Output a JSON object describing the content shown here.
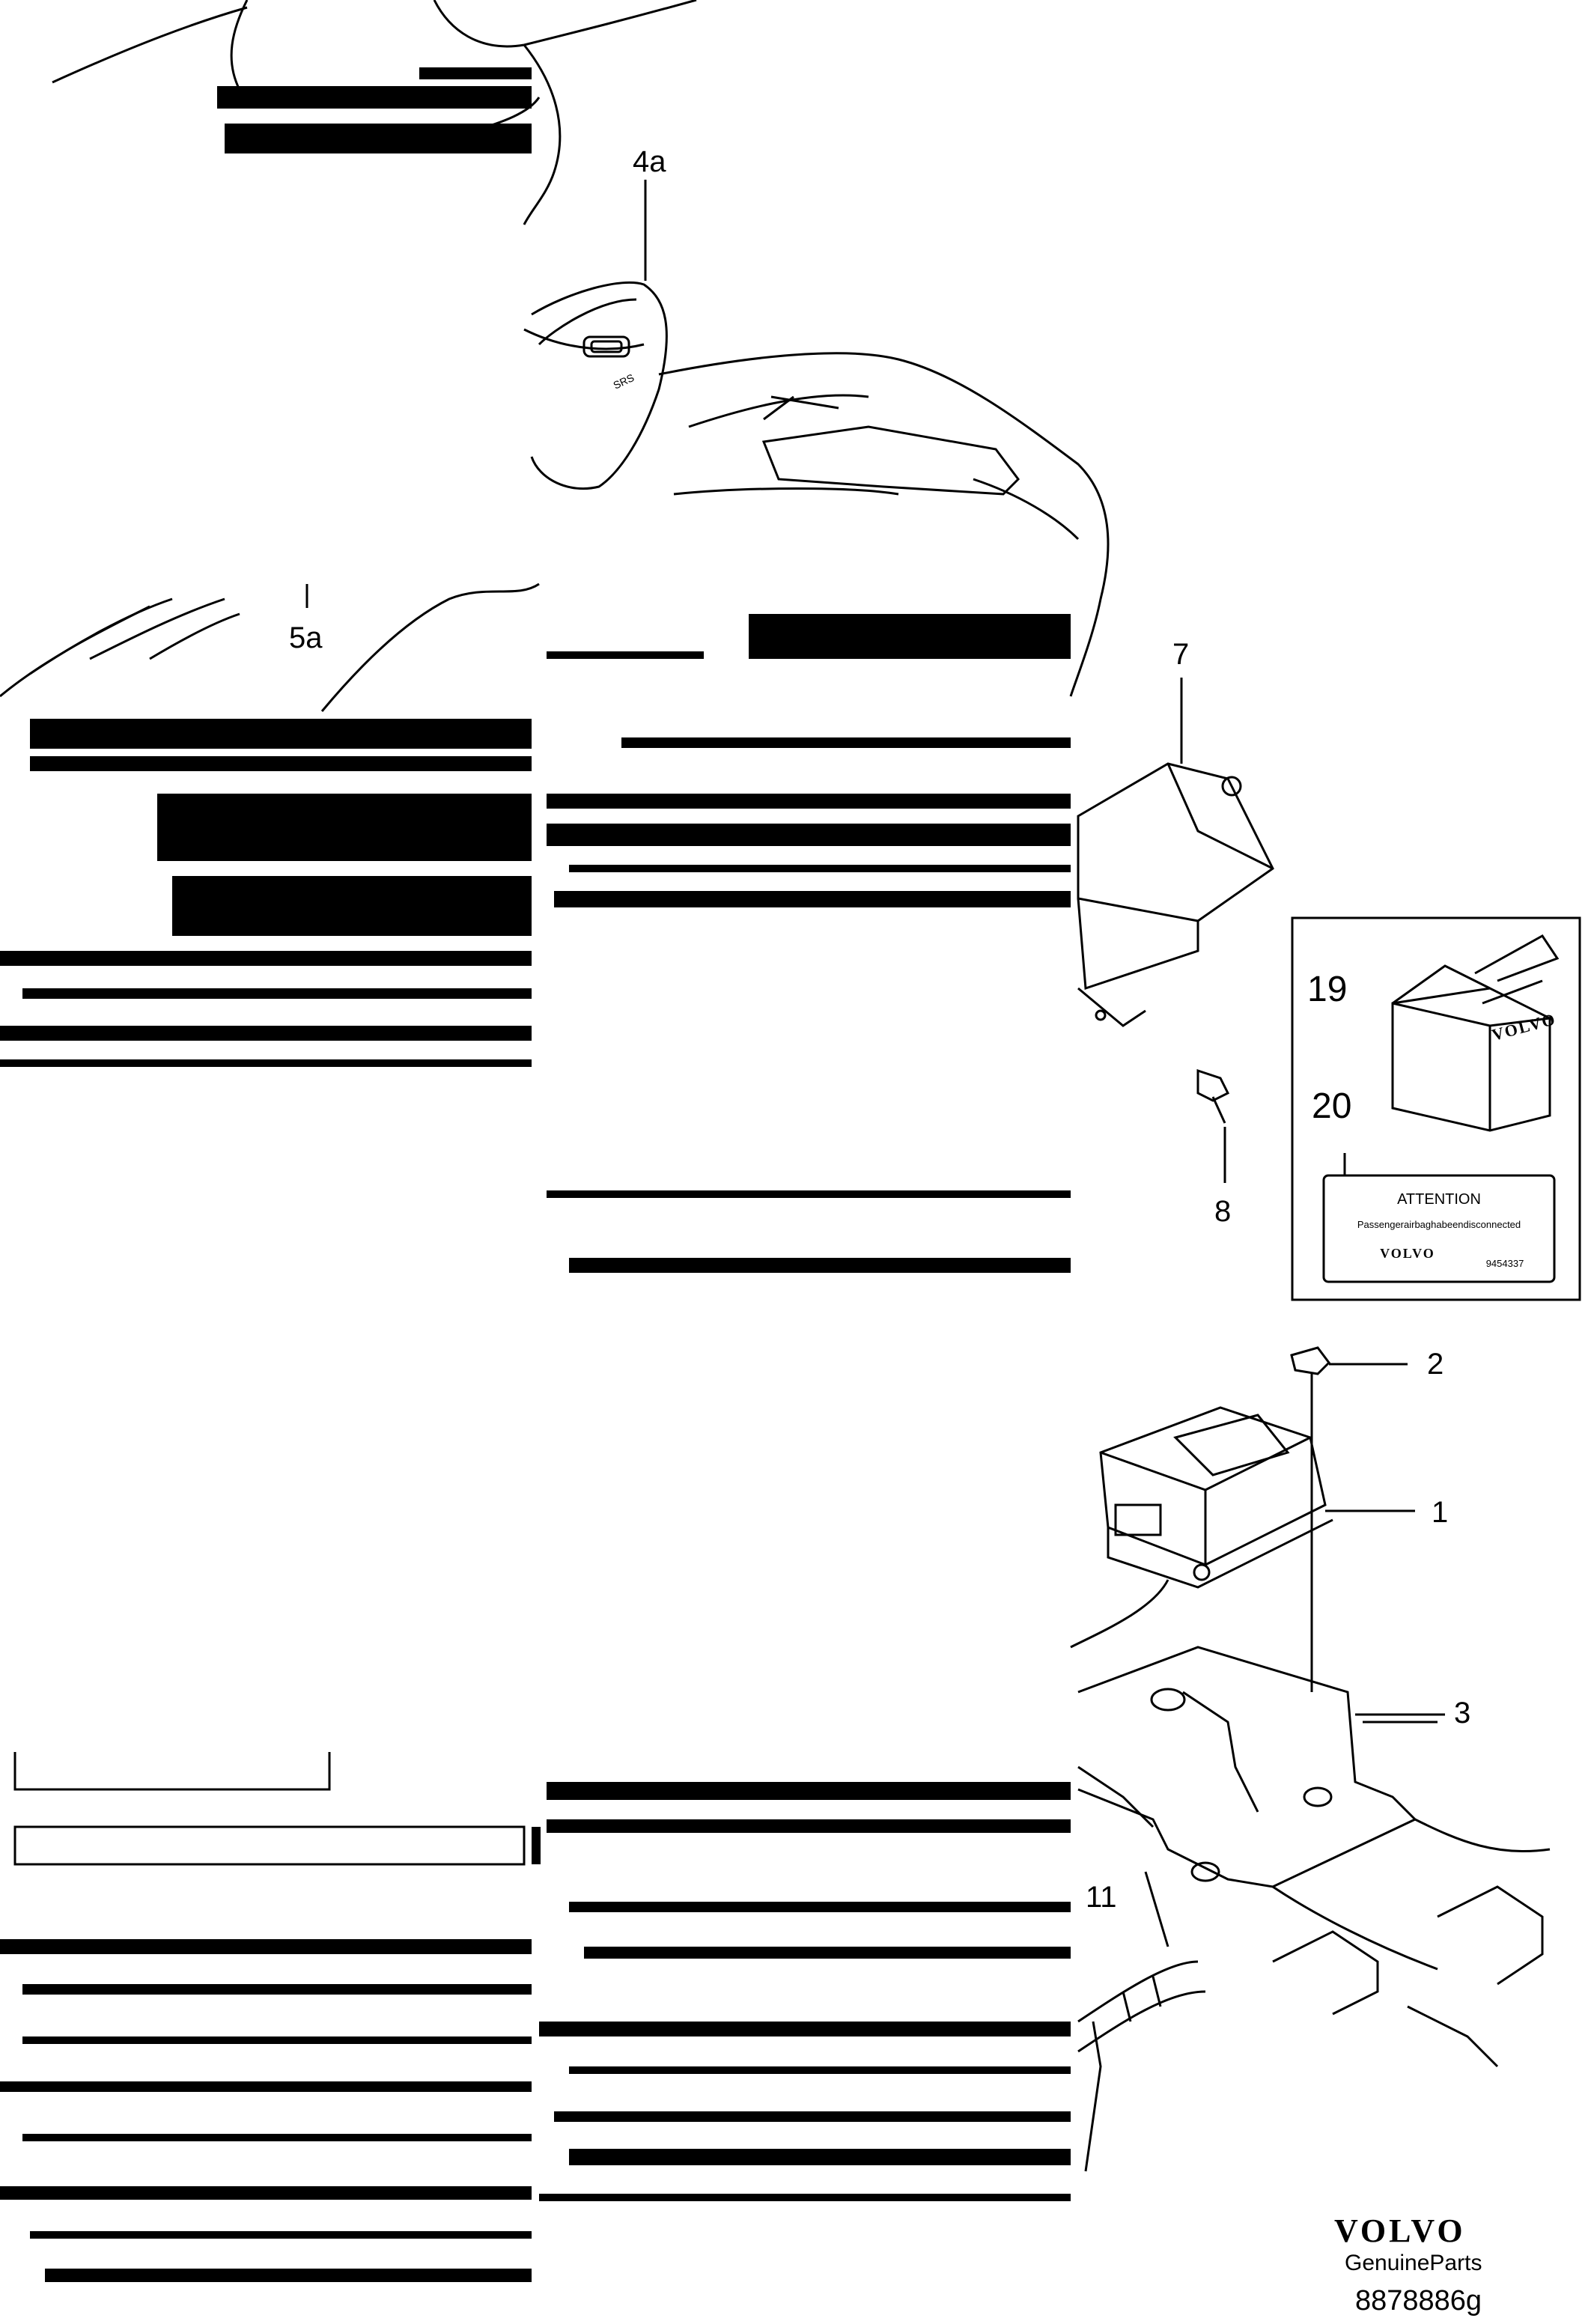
{
  "callouts": {
    "c4a": "4a",
    "c5a": "5a",
    "c7": "7",
    "c8": "8",
    "c19": "19",
    "c20": "20",
    "c2": "2",
    "c1": "1",
    "c3": "3",
    "c11": "11"
  },
  "label": {
    "title": "ATTENTION",
    "text": "Passengerairbaghabeendisconnected",
    "brand": "VOLVO",
    "part_no": "9454337"
  },
  "box_brand": "VOLVO",
  "airbag_text": "SRS",
  "footer": {
    "brand": "VOLVO",
    "sub": "GenuineParts",
    "drawing_no": "8878886g"
  }
}
